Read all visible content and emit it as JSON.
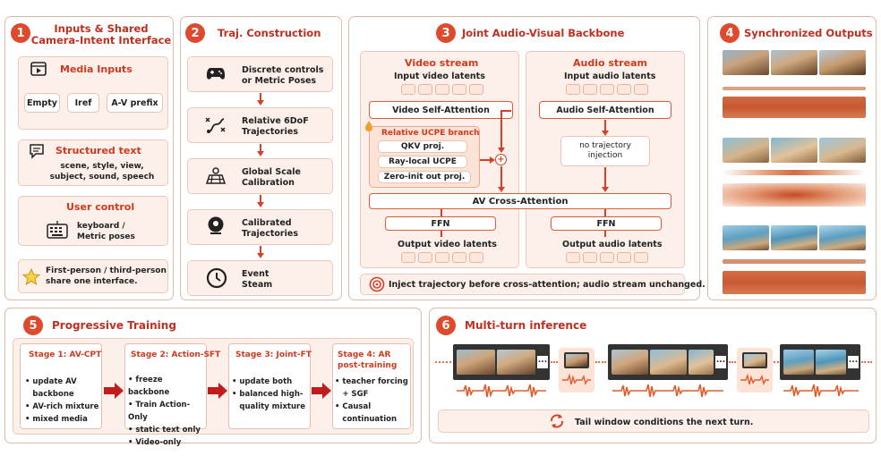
{
  "panel1": {
    "num": "1",
    "title_line1": "Inputs & Shared",
    "title_line2": "Camera-Intent Interface",
    "media_title": "Media Inputs",
    "media_options": [
      "Empty",
      "Iref",
      "A-V prefix"
    ],
    "structured_title": "Structured text",
    "structured_desc_line1": "scene, style, view,",
    "structured_desc_line2": "subject, sound, speech",
    "user_title": "User control",
    "user_desc_line1": "keyboard /",
    "user_desc_line2": "Metric poses",
    "footer_line1": "First-person / third-person",
    "footer_line2": "share one interface."
  },
  "panel2": {
    "num": "2",
    "title": "Traj. Construction",
    "steps": [
      {
        "line1": "Discrete controls",
        "line2": "or Metric Poses",
        "icon": "gamepad-icon"
      },
      {
        "line1": "Relative 6DoF",
        "line2": "Trajectories",
        "icon": "trajectory-icon"
      },
      {
        "line1": "Global Scale",
        "line2": "Calibration",
        "icon": "map-scale-icon"
      },
      {
        "line1": "Calibrated",
        "line2": "Trajectories",
        "icon": "location-pin-icon"
      },
      {
        "line1": "Event",
        "line2": "Steam",
        "icon": "clock-icon"
      }
    ]
  },
  "panel3": {
    "num": "3",
    "title": "Joint Audio-Visual Backbone",
    "video_stream": "Video stream",
    "audio_stream": "Audio stream",
    "input_video": "Input video latents",
    "input_audio": "Input audio latents",
    "video_sa": "Video Self-Attention",
    "audio_sa": "Audio Self-Attention",
    "ucpe_title": "Relative UCPE branch",
    "qkv": "QKV proj.",
    "ray": "Ray-local UCPE",
    "zero": "Zero-init out proj.",
    "plus": "+",
    "no_traj_line1": "no trajectory",
    "no_traj_line2": "injection",
    "av_cross": "AV Cross-Attention",
    "ffn_video": "FFN",
    "ffn_audio": "FFN",
    "output_video": "Output video latents",
    "output_audio": "Output audio latents",
    "note": "Inject trajectory before cross-attention; audio stream unchanged."
  },
  "panel4": {
    "num": "4",
    "title": "Synchronized Outputs"
  },
  "panel5": {
    "num": "5",
    "title": "Progressive Training",
    "stages": [
      {
        "title": "Stage 1: AV-CPT",
        "items": [
          "update AV backbone",
          "AV-rich mixture",
          "mixed media"
        ]
      },
      {
        "title": "Stage 2: Action-SFT",
        "items": [
          "freeze backbone",
          "Train Action-Only",
          "static text only",
          "Video-only"
        ]
      },
      {
        "title": "Stage 3: Joint-FT",
        "items": [
          "update both",
          "balanced high-quality mixture"
        ]
      },
      {
        "title": "Stage 4: AR post-training",
        "items": [
          "teacher forcing + SGF",
          "Causal continuation"
        ]
      }
    ]
  },
  "panel6": {
    "num": "6",
    "title": "Multi-turn inference",
    "footer": "Tail window conditions the next turn.",
    "ellipsis": "..."
  },
  "colors": {
    "accent": "#e04a2c",
    "border": "#e3b8a8",
    "fill": "#fdf0ea"
  }
}
